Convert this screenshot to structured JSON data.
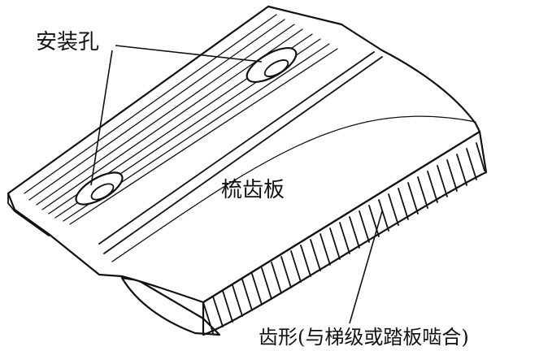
{
  "labels": {
    "mounting_hole": "安装孔",
    "comb_plate": "梳齿板",
    "teeth": "齿形(与梯级或踏板啮合)"
  }
}
